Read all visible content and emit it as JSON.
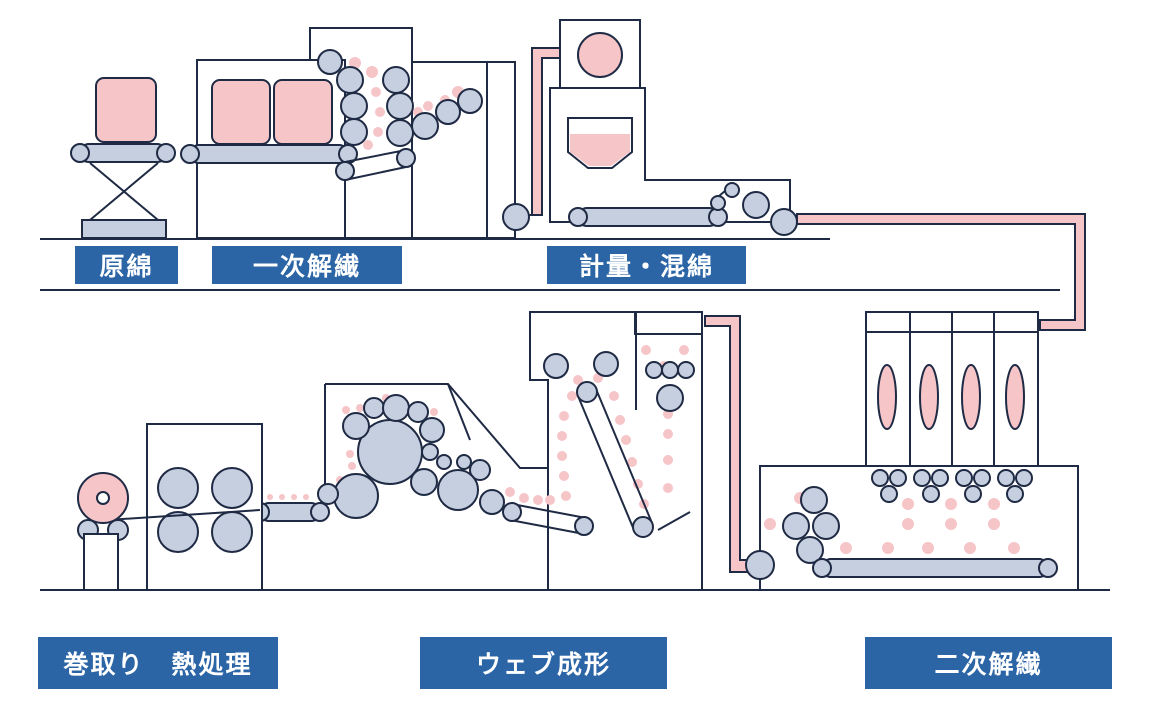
{
  "colors": {
    "label_bg": "#2b65a6",
    "label_text": "#ffffff",
    "fiber_pink": "#f6c5c8",
    "roller_blue": "#c5cfdf",
    "line": "#1f2a44"
  },
  "stages": {
    "raw_cotton": "原綿",
    "primary_opening": "一次解繊",
    "weighing_blending": "計量・混綿",
    "winding_heat_treatment": "巻取り　熱処理",
    "web_forming": "ウェブ成形",
    "secondary_opening": "二次解繊"
  }
}
